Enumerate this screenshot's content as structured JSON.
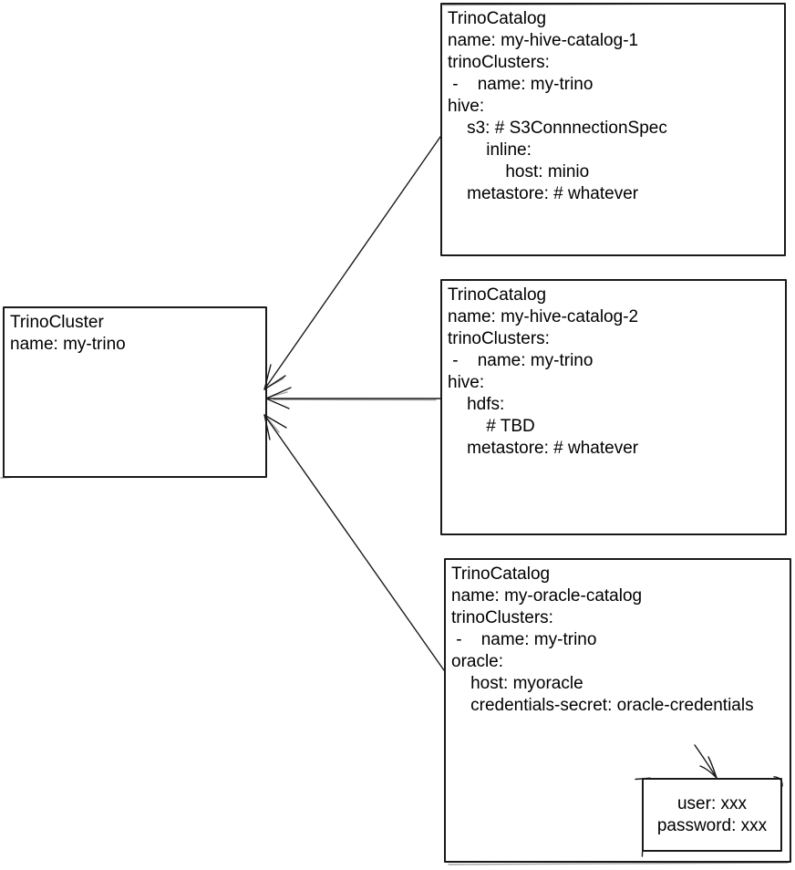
{
  "diagram": {
    "colors": {
      "background": "#ffffff",
      "stroke": "#1a1a1a",
      "text": "#000000"
    },
    "cluster_box": {
      "text": "TrinoCluster\nname: my-trino"
    },
    "catalog_boxes": [
      {
        "text": "TrinoCatalog\nname: my-hive-catalog-1\ntrinoClusters:\n -    name: my-trino\nhive:\n    s3: # S3ConnnectionSpec\n        inline:\n            host: minio\n    metastore: # whatever"
      },
      {
        "text": "TrinoCatalog\nname: my-hive-catalog-2\ntrinoClusters:\n -    name: my-trino\nhive:\n    hdfs:\n        # TBD\n    metastore: # whatever"
      },
      {
        "text": "TrinoCatalog\nname: my-oracle-catalog\ntrinoClusters:\n -    name: my-trino\noracle:\n    host: myoracle\n    credentials-secret: oracle-credentials"
      }
    ],
    "credentials_box": {
      "text": "user: xxx\npassword: xxx"
    },
    "connections": [
      {
        "from": "my-hive-catalog-1",
        "to": "my-trino"
      },
      {
        "from": "my-hive-catalog-2",
        "to": "my-trino"
      },
      {
        "from": "my-oracle-catalog",
        "to": "my-trino"
      },
      {
        "from": "credentials-secret",
        "to": "oracle-credentials"
      }
    ]
  }
}
